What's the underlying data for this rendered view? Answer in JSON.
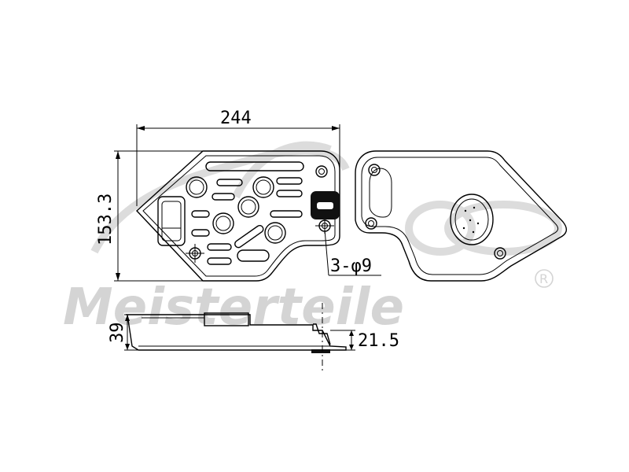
{
  "dimensions": {
    "width": "244",
    "height": "153.3",
    "holes": "3-φ9",
    "thickness": "39",
    "outlet_height": "21.5"
  },
  "watermark": {
    "brand": "Meisterteile",
    "registered": "R"
  },
  "colors": {
    "line": "#000000",
    "watermark": "#d4d4d4",
    "gasket_fill": "#111111",
    "background": "#ffffff"
  }
}
